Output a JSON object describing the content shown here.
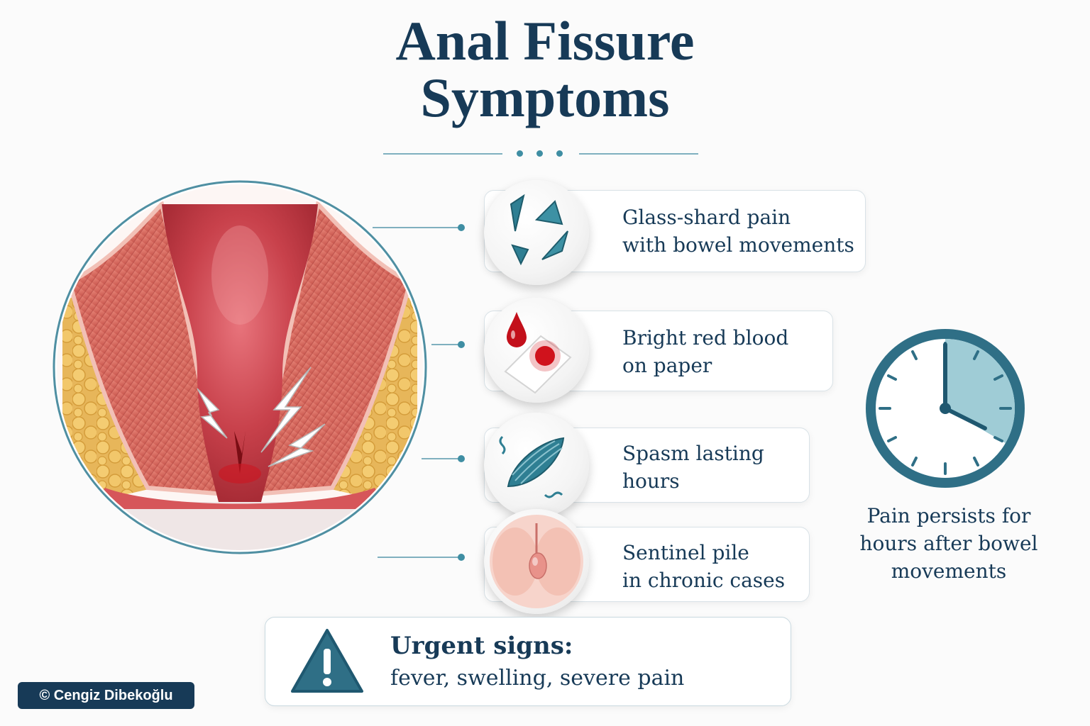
{
  "title": {
    "line1": "Anal Fissure",
    "line2": "Symptoms"
  },
  "symptoms": [
    {
      "line1": "Glass-shard pain",
      "line2": "with bowel movements",
      "icon": "glass-shards-icon"
    },
    {
      "line1": "Bright red blood",
      "line2": "on paper",
      "icon": "blood-drop-paper-icon"
    },
    {
      "line1": "Spasm lasting",
      "line2": "hours",
      "icon": "muscle-spasm-icon"
    },
    {
      "line1": "Sentinel pile",
      "line2": "in chronic cases",
      "icon": "sentinel-pile-icon"
    }
  ],
  "clock": {
    "caption_line1": "Pain persists for",
    "caption_line2": "hours after bowel",
    "caption_line3": "movements",
    "icon": "clock-icon"
  },
  "urgent": {
    "heading": "Urgent signs:",
    "body": "fever, swelling, severe pain",
    "icon": "warning-triangle-icon"
  },
  "credit": "© Cengiz Dibekoğlu",
  "colors": {
    "navy": "#173a57",
    "teal": "#3f8ea3",
    "teal_light": "#7fb0bf",
    "blood": "#d0121d"
  }
}
